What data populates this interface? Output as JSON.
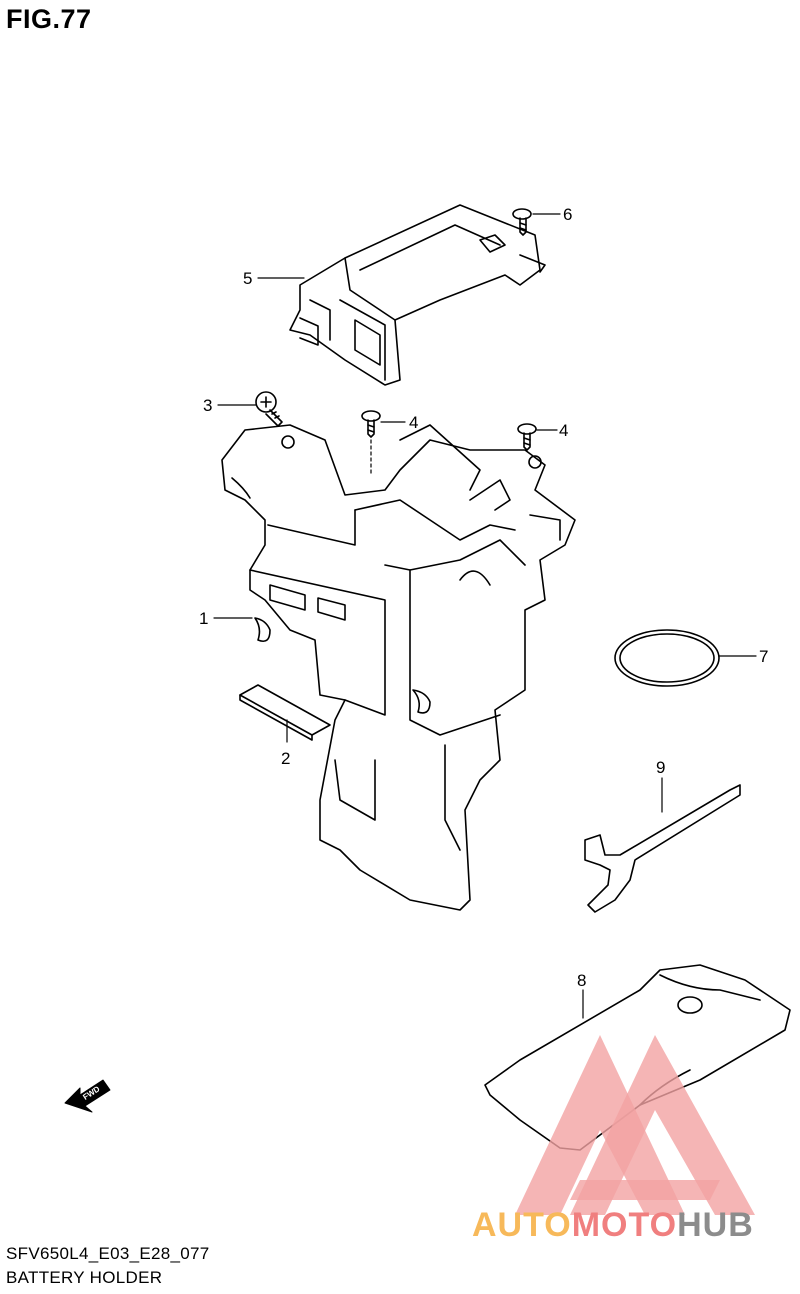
{
  "figure": {
    "title": "FIG.77"
  },
  "callouts": [
    {
      "id": "1",
      "label": "1"
    },
    {
      "id": "2",
      "label": "2"
    },
    {
      "id": "3",
      "label": "3"
    },
    {
      "id": "4a",
      "label": "4"
    },
    {
      "id": "4b",
      "label": "4"
    },
    {
      "id": "5",
      "label": "5"
    },
    {
      "id": "6",
      "label": "6"
    },
    {
      "id": "7",
      "label": "7"
    },
    {
      "id": "8",
      "label": "8"
    },
    {
      "id": "9",
      "label": "9"
    }
  ],
  "direction_badge": {
    "label": "FWD"
  },
  "footer": {
    "model_code": "SFV650L4_E03_E28_077",
    "caption": "BATTERY HOLDER"
  },
  "watermark": {
    "part1": "AUTO",
    "part2": "MOTO",
    "part3": "HUB",
    "colors": {
      "auto": "#f7b95a",
      "moto": "#f07f7f",
      "hub": "#8c8c8c",
      "triangle": "#f3a3a3"
    }
  }
}
